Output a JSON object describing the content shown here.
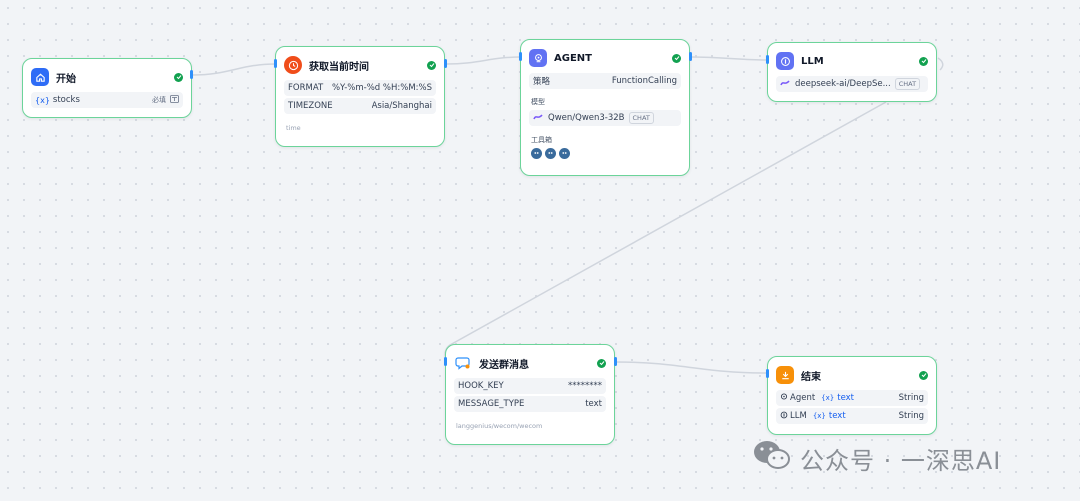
{
  "nodes": {
    "start": {
      "title": "开始",
      "var_tag": "{x}",
      "var_name": "stocks",
      "required": "必填"
    },
    "time": {
      "title": "获取当前时间",
      "rows": [
        {
          "key": "FORMAT",
          "value": "%Y-%m-%d %H:%M:%S"
        },
        {
          "key": "TIMEZONE",
          "value": "Asia/Shanghai"
        }
      ],
      "footer": "time"
    },
    "agent": {
      "title": "AGENT",
      "strategy_label": "策略",
      "strategy_value": "FunctionCalling",
      "model_label": "模型",
      "model_value": "Qwen/Qwen3-32B",
      "model_chip": "CHAT",
      "tools_label": "工具箱"
    },
    "llm": {
      "title": "LLM",
      "model_value": "deepseek-ai/DeepSe...",
      "model_chip": "CHAT"
    },
    "send": {
      "title": "发送群消息",
      "rows": [
        {
          "key": "HOOK_KEY",
          "value": "********"
        },
        {
          "key": "MESSAGE_TYPE",
          "value": "text"
        }
      ],
      "footer": "langgenius/wecom/wecom"
    },
    "end": {
      "title": "结束",
      "rows": [
        {
          "source": "Agent",
          "var_tag": "{x}",
          "var": "text",
          "type": "String"
        },
        {
          "source": "LLM",
          "var_tag": "{x}",
          "var": "text",
          "type": "String"
        }
      ]
    }
  },
  "watermark": {
    "text": "公众号 · 一深思AI"
  },
  "colors": {
    "border": "#6cd49a",
    "check": "#12a150",
    "handle": "#2e90fa",
    "start_icon": "#2e6cf6",
    "time_icon": "#f04d1a",
    "agent_icon": "#6172f3",
    "llm_icon": "#6172f3",
    "send_icon": "#ffffff",
    "end_icon": "#f79009"
  },
  "icons": {
    "start": "home-icon",
    "time": "clock-icon",
    "agent": "agent-icon",
    "llm": "llm-icon",
    "send": "chat-bubble-icon",
    "end": "end-flag-icon",
    "status": "check-circle-icon",
    "model": "model-provider-icon",
    "tool": "tool-avatar-icon",
    "watermark": "wechat-icon"
  }
}
